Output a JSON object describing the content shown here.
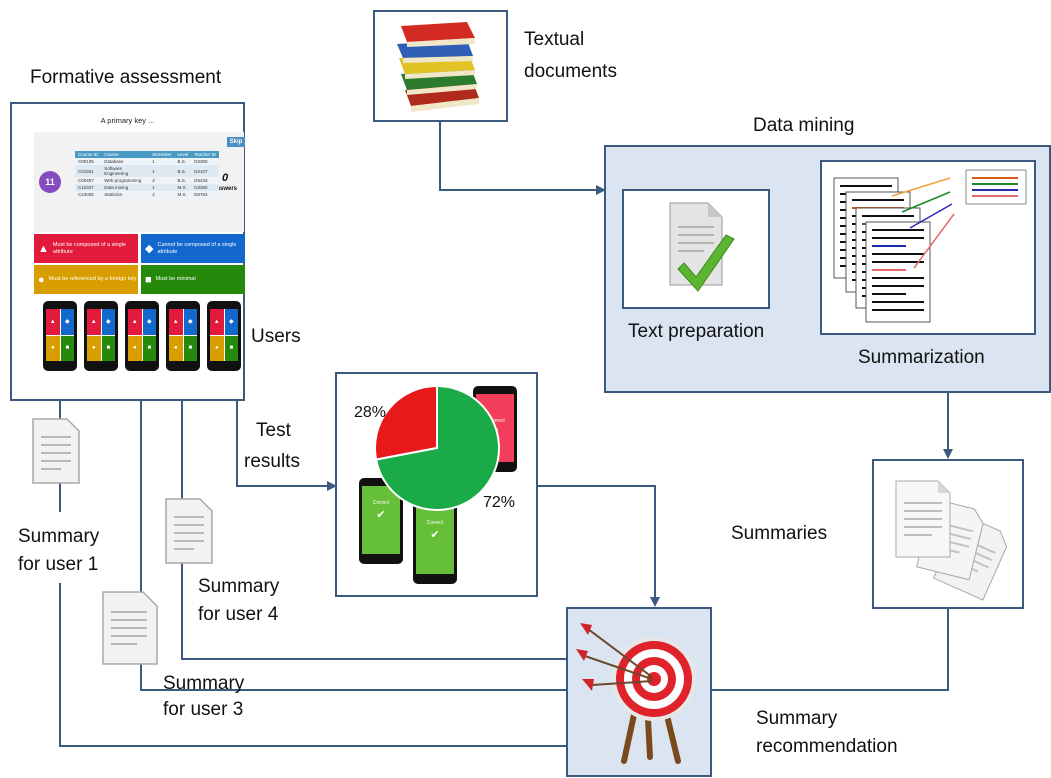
{
  "labels": {
    "formative_assessment": "Formative assessment",
    "textual_documents_1": "Textual",
    "textual_documents_2": "documents",
    "data_mining": "Data mining",
    "text_preparation": "Text preparation",
    "summarization": "Summarization",
    "users": "Users",
    "test_results_1": "Test",
    "test_results_2": "results",
    "summaries": "Summaries",
    "summary_recommendation_1": "Summary",
    "summary_recommendation_2": "recommendation",
    "summary_user1_1": "Summary",
    "summary_user1_2": "for user 1",
    "summary_user4_1": "Summary",
    "summary_user4_2": "for user 4",
    "summary_user3_1": "Summary",
    "summary_user3_2": "for user 3"
  },
  "quiz": {
    "question": "A primary key ...",
    "skip": "Skip",
    "badge": "11",
    "answers_count": "0",
    "answers_label": "Answers",
    "table": {
      "headers": [
        "Course ID",
        "Course",
        "Semester",
        "Level",
        "Teacher ID"
      ],
      "rows": [
        [
          "C00105",
          "Database",
          "1",
          "B.S.",
          "D3360"
        ],
        [
          "C01561",
          "Software Engineering",
          "1",
          "B.S.",
          "D2107"
        ],
        [
          "C00457",
          "Web programming",
          "2",
          "B.S.",
          "D5433"
        ],
        [
          "C10337",
          "Data mining",
          "1",
          "M.S.",
          "D3360"
        ],
        [
          "C23005",
          "Statistics",
          "2",
          "M.S.",
          "D0763"
        ]
      ]
    },
    "options": [
      {
        "text": "Must be composed of a single attribute",
        "color": "#e21b3c"
      },
      {
        "text": "Cannot be composed of a single attribute",
        "color": "#1368ce"
      },
      {
        "text": "Must be referenced by a foreign key",
        "color": "#d89e00"
      },
      {
        "text": "Must be minimal",
        "color": "#26890c"
      }
    ]
  },
  "pie": {
    "slices": [
      {
        "label": "28%",
        "value": 28,
        "color": "#e8191b"
      },
      {
        "label": "72%",
        "value": 72,
        "color": "#1aaa48"
      }
    ]
  },
  "colors": {
    "border": "#3c5a80",
    "light_fill": "#dbe5f1"
  }
}
